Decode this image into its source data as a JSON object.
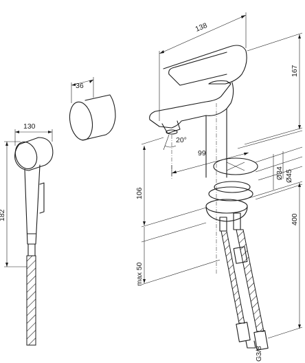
{
  "dimensions": {
    "spout_length": "138",
    "height_spout": "167",
    "handle_width": "36",
    "head_width": "130",
    "hand_shower_length": "182",
    "spray_angle": "20°",
    "reach_to_axis": "99",
    "height_outlet": "106",
    "hole_diameter": "Ø34",
    "base_diameter": "Ø45",
    "hose_length": "400",
    "max_deck_thickness": "max 50",
    "connection_thread": "G3/8"
  }
}
